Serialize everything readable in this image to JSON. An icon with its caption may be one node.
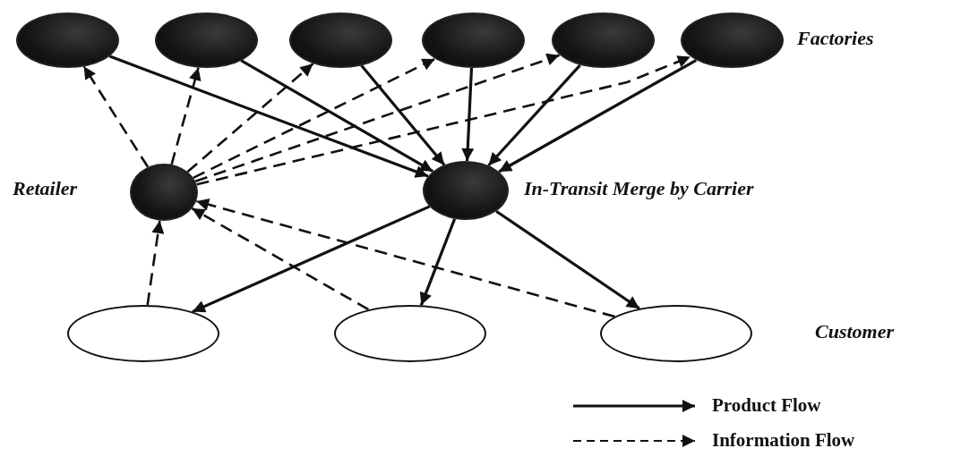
{
  "diagram": {
    "nodes": [
      {
        "text": [],
        "shape": "ellipse"
      },
      {
        "text": [],
        "shape": "ellipse"
      },
      {
        "text": [],
        "shape": "ellipse"
      },
      {
        "text": [],
        "shape": "ellipse"
      },
      {
        "text": [],
        "shape": "ellipse"
      },
      {
        "text": [],
        "shape": "ellipse"
      },
      {
        "text": [],
        "shape": "ellipse",
        "beside": [
          "Retailer"
        ]
      },
      {
        "text": [],
        "shape": "ellipse",
        "beside": [
          "In-Transit Merge by Carrier"
        ]
      },
      {
        "text": [],
        "shape": "ellipse"
      },
      {
        "text": [],
        "shape": "ellipse"
      },
      {
        "text": [],
        "shape": "ellipse"
      }
    ],
    "edges": [
      {
        "from": 0,
        "to": 7,
        "arrow": "to"
      },
      {
        "from": 1,
        "to": 7,
        "arrow": "to"
      },
      {
        "from": 2,
        "to": 7,
        "arrow": "to"
      },
      {
        "from": 3,
        "to": 7,
        "arrow": "to"
      },
      {
        "from": 4,
        "to": 7,
        "arrow": "to"
      },
      {
        "from": 5,
        "to": 7,
        "arrow": "to"
      },
      {
        "from": 6,
        "to": 0,
        "arrow": "to",
        "style": "dashed"
      },
      {
        "from": 6,
        "to": 1,
        "arrow": "to",
        "style": "dashed"
      },
      {
        "from": 6,
        "to": 2,
        "arrow": "to",
        "style": "dashed"
      },
      {
        "from": 6,
        "to": 3,
        "arrow": "to",
        "style": "dashed"
      },
      {
        "from": 6,
        "to": 4,
        "arrow": "to",
        "style": "dashed"
      },
      {
        "from": 6,
        "to": 5,
        "arrow": "to",
        "style": "dashed"
      },
      {
        "from": 7,
        "to": 8,
        "arrow": "to"
      },
      {
        "from": 7,
        "to": 9,
        "arrow": "to"
      },
      {
        "from": 7,
        "to": 10,
        "arrow": "to"
      },
      {
        "from": 8,
        "to": 6,
        "arrow": "to",
        "style": "dashed"
      },
      {
        "from": 9,
        "to": 6,
        "arrow": "to",
        "style": "dashed"
      },
      {
        "from": 10,
        "to": 6,
        "arrow": "to",
        "style": "dashed"
      }
    ],
    "labels": [
      "Factories",
      "Customer"
    ],
    "legend": [
      {
        "text": "Product Flow"
      },
      {
        "text": "Information Flow"
      }
    ]
  }
}
